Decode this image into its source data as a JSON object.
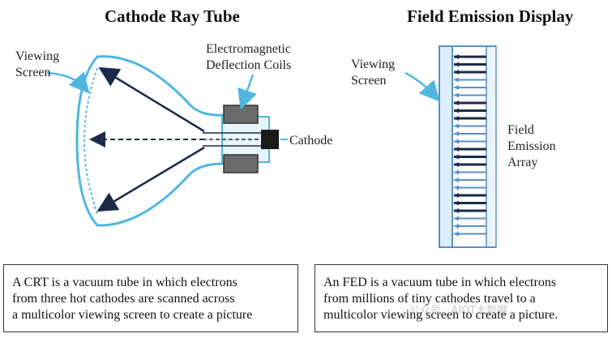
{
  "crt": {
    "title": "Cathode Ray Tube",
    "label_screen": "Viewing\nScreen",
    "label_coils": "Electromagnetic\nDeflection Coils",
    "label_cathode": "Cathode",
    "caption": [
      "A CRT is a vacuum tube in which electrons",
      "from three hot cathodes are scanned across",
      "a multicolor viewing screen to create a picture"
    ]
  },
  "fed": {
    "title": "Field Emission Display",
    "label_screen": "Viewing\nScreen",
    "label_array": "Field\nEmission\nArray",
    "caption": [
      "An FED is a vacuum tube in which electrons",
      "from millions of tiny cathodes travel to a",
      "multicolor viewing screen to create a picture."
    ]
  },
  "watermark": "公众号 · AIOT大数据",
  "colors": {
    "glass": "#4fb6e0",
    "arrow": "#1a2a4a",
    "coil": "#6b6b6b",
    "panel": "#5a8fc0"
  }
}
